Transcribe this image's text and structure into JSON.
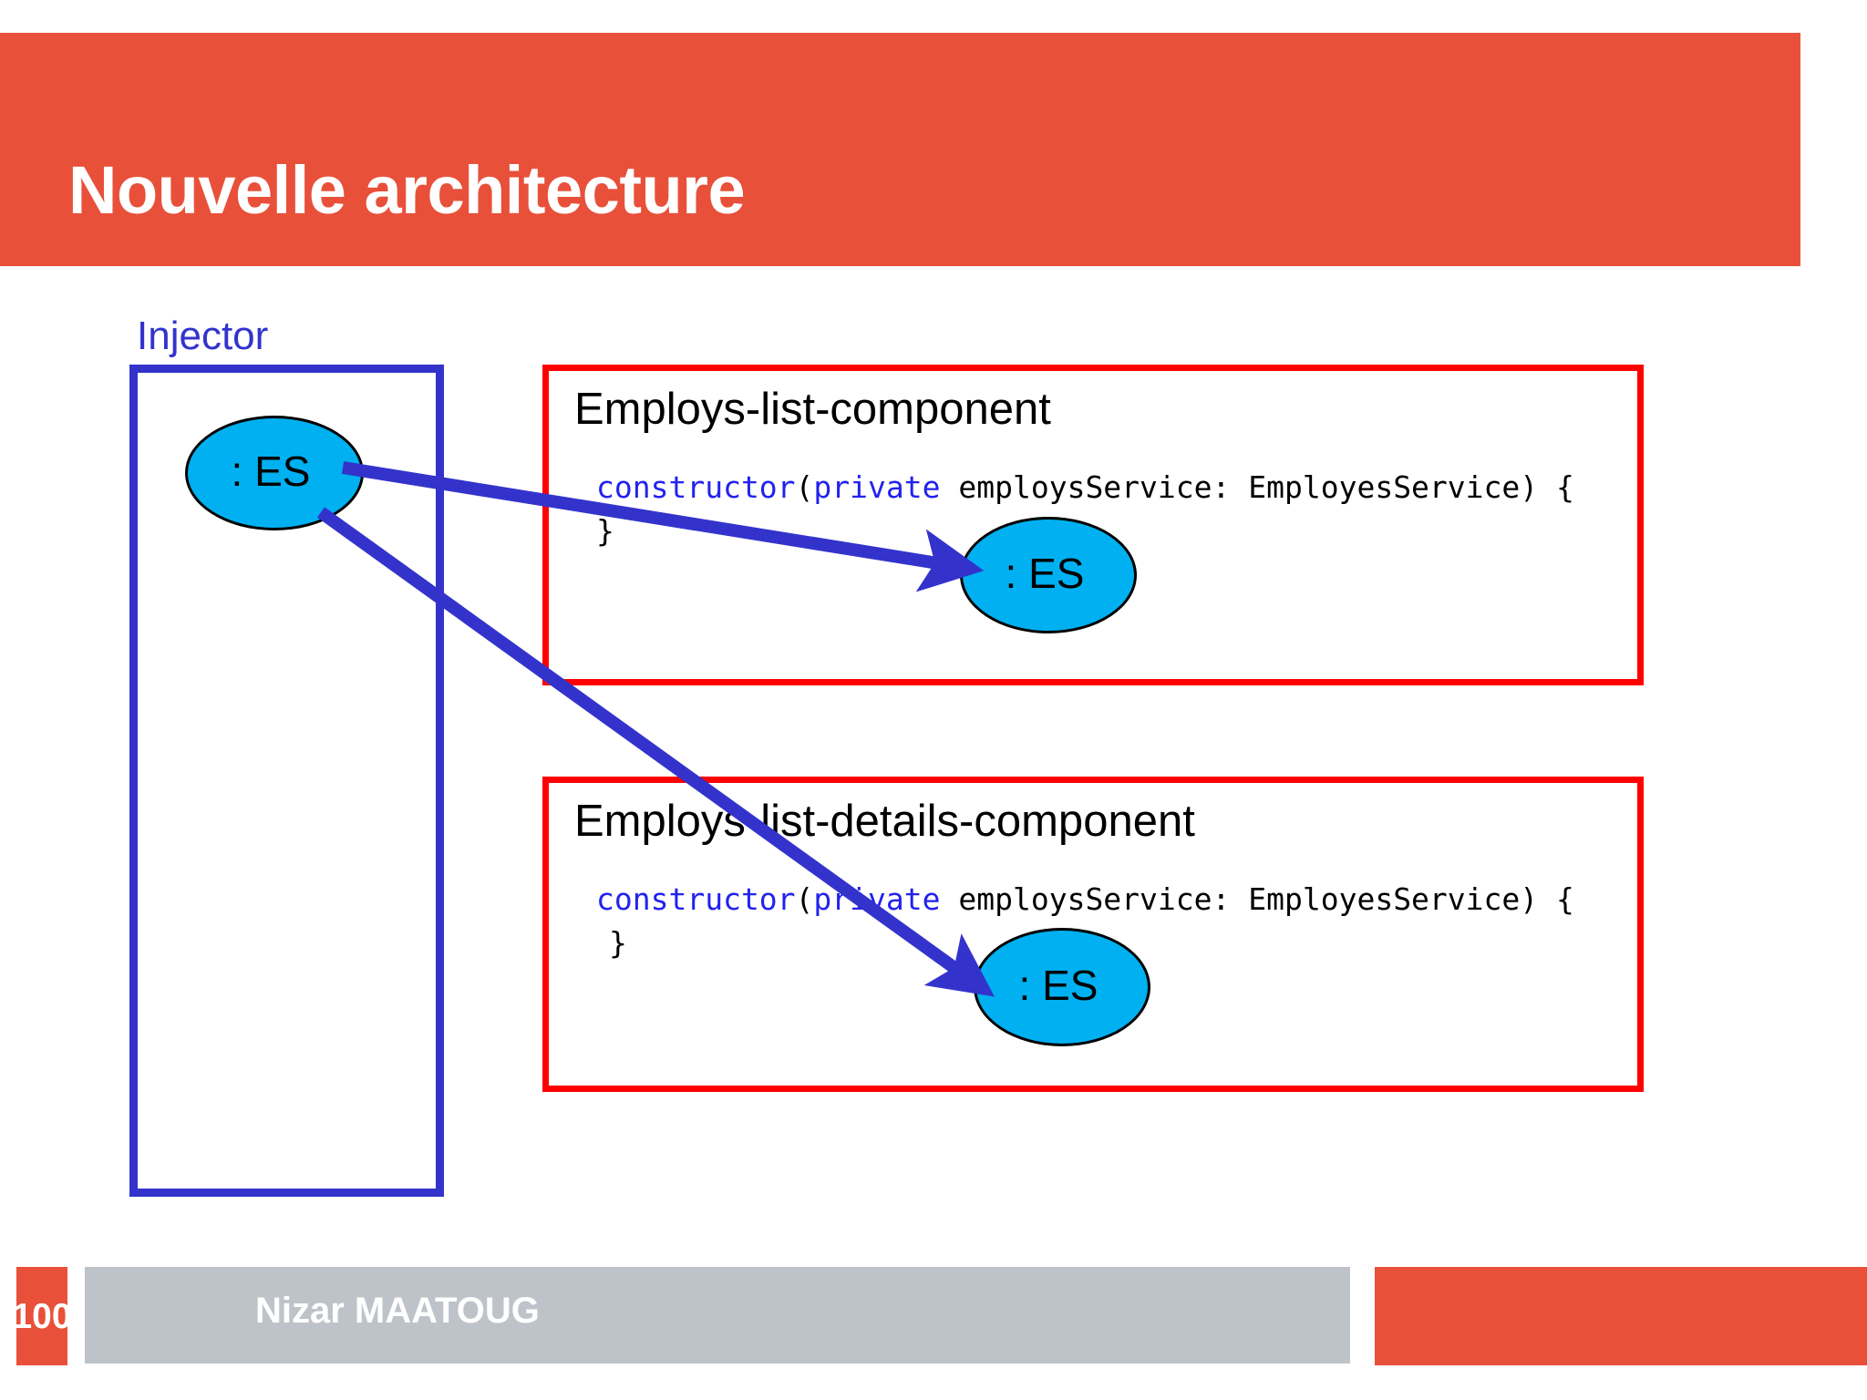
{
  "slide": {
    "title": "Nouvelle architecture",
    "accent_color": "#E8503A",
    "injector_color": "#3333CC",
    "component_border_color": "#FF0000",
    "node_fill_color": "#00B0F0",
    "code_keyword_color": "#2222EE"
  },
  "injector": {
    "label": "Injector",
    "node_label": ": ES"
  },
  "components": [
    {
      "title": "Employs-list-component",
      "code_prefix": "constructor",
      "code_open_paren": "(",
      "code_keyword": "private",
      "code_rest": " employsService: EmployesService) {",
      "code_close": "}",
      "node_label": ": ES"
    },
    {
      "title": "Employs-list-details-component",
      "code_prefix": "constructor",
      "code_open_paren": "(",
      "code_keyword": "private",
      "code_rest": " employsService: EmployesService) {",
      "code_close": "}",
      "node_label": ": ES"
    }
  ],
  "footer": {
    "page_number": "100",
    "author": "Nizar MAATOUG"
  }
}
